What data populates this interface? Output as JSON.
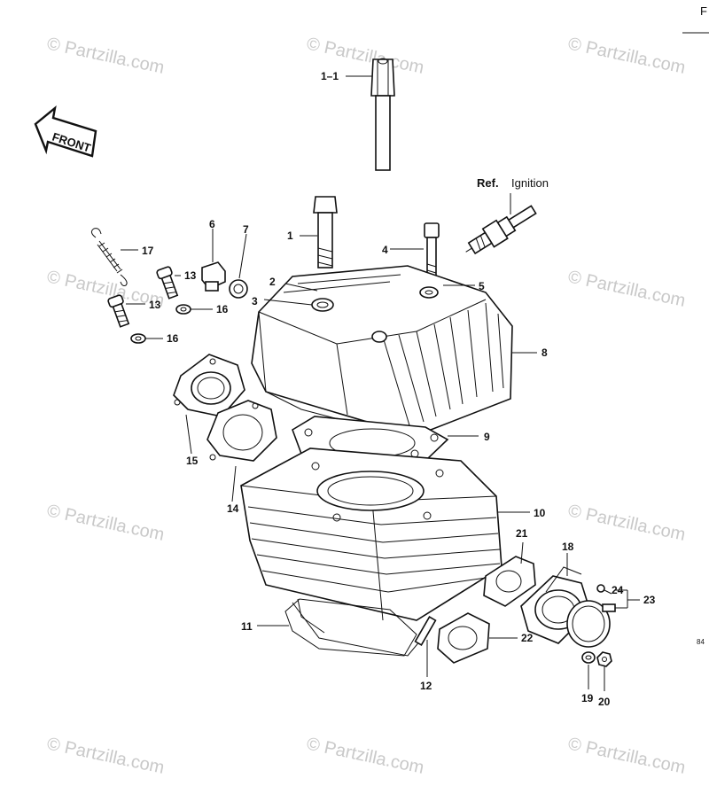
{
  "watermark": "© Partzilla.com",
  "corner_letter": "F",
  "corner_code": "84",
  "front_arrow": "FRONT",
  "ref": {
    "prefix": "Ref.",
    "label": "Ignition"
  },
  "callouts": [
    {
      "id": "c-1-1",
      "text": "1–1"
    },
    {
      "id": "c-1",
      "text": "1"
    },
    {
      "id": "c-2",
      "text": "2"
    },
    {
      "id": "c-3",
      "text": "3"
    },
    {
      "id": "c-4",
      "text": "4"
    },
    {
      "id": "c-5",
      "text": "5"
    },
    {
      "id": "c-6",
      "text": "6"
    },
    {
      "id": "c-7",
      "text": "7"
    },
    {
      "id": "c-8",
      "text": "8"
    },
    {
      "id": "c-9",
      "text": "9"
    },
    {
      "id": "c-10",
      "text": "10"
    },
    {
      "id": "c-11",
      "text": "11"
    },
    {
      "id": "c-12",
      "text": "12"
    },
    {
      "id": "c-13a",
      "text": "13"
    },
    {
      "id": "c-13b",
      "text": "13"
    },
    {
      "id": "c-14",
      "text": "14"
    },
    {
      "id": "c-15",
      "text": "15"
    },
    {
      "id": "c-16a",
      "text": "16"
    },
    {
      "id": "c-16b",
      "text": "16"
    },
    {
      "id": "c-17",
      "text": "17"
    },
    {
      "id": "c-18",
      "text": "18"
    },
    {
      "id": "c-19",
      "text": "19"
    },
    {
      "id": "c-20",
      "text": "20"
    },
    {
      "id": "c-21",
      "text": "21"
    },
    {
      "id": "c-22",
      "text": "22"
    },
    {
      "id": "c-23",
      "text": "23"
    },
    {
      "id": "c-24",
      "text": "24"
    }
  ]
}
